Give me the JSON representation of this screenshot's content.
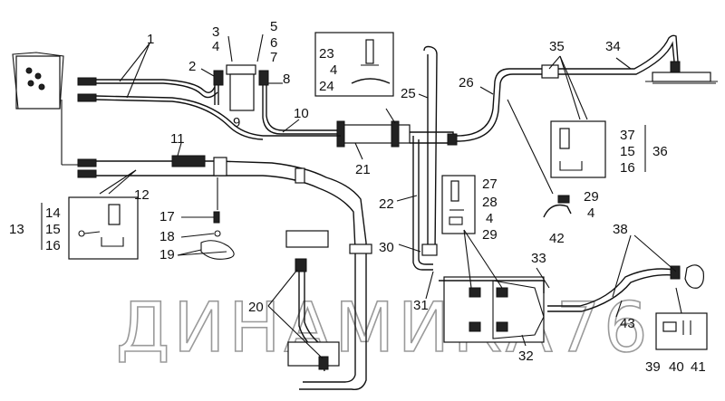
{
  "watermark": "ДИНАМИКА76",
  "labels": {
    "l1": "1",
    "l2": "2",
    "l3": "3",
    "l4a": "4",
    "l5": "5",
    "l6": "6",
    "l7": "7",
    "l8": "8",
    "l9": "9",
    "l10": "10",
    "l11": "11",
    "l12": "12",
    "l13": "13",
    "l14": "14",
    "l15a": "15",
    "l16a": "16",
    "l17": "17",
    "l18": "18",
    "l19": "19",
    "l20": "20",
    "l21": "21",
    "l22": "22",
    "l23": "23",
    "l4b": "4",
    "l24": "24",
    "l25": "25",
    "l26": "26",
    "l27": "27",
    "l28": "28",
    "l4c": "4",
    "l29a": "29",
    "l29b": "29",
    "l4d": "4",
    "l42": "42",
    "l30": "30",
    "l31": "31",
    "l32": "32",
    "l33": "33",
    "l34": "34",
    "l35": "35",
    "l36": "36",
    "l37": "37",
    "l15b": "15",
    "l16b": "16",
    "l38": "38",
    "l43": "43",
    "l39": "39",
    "l40": "40",
    "l41": "41"
  }
}
